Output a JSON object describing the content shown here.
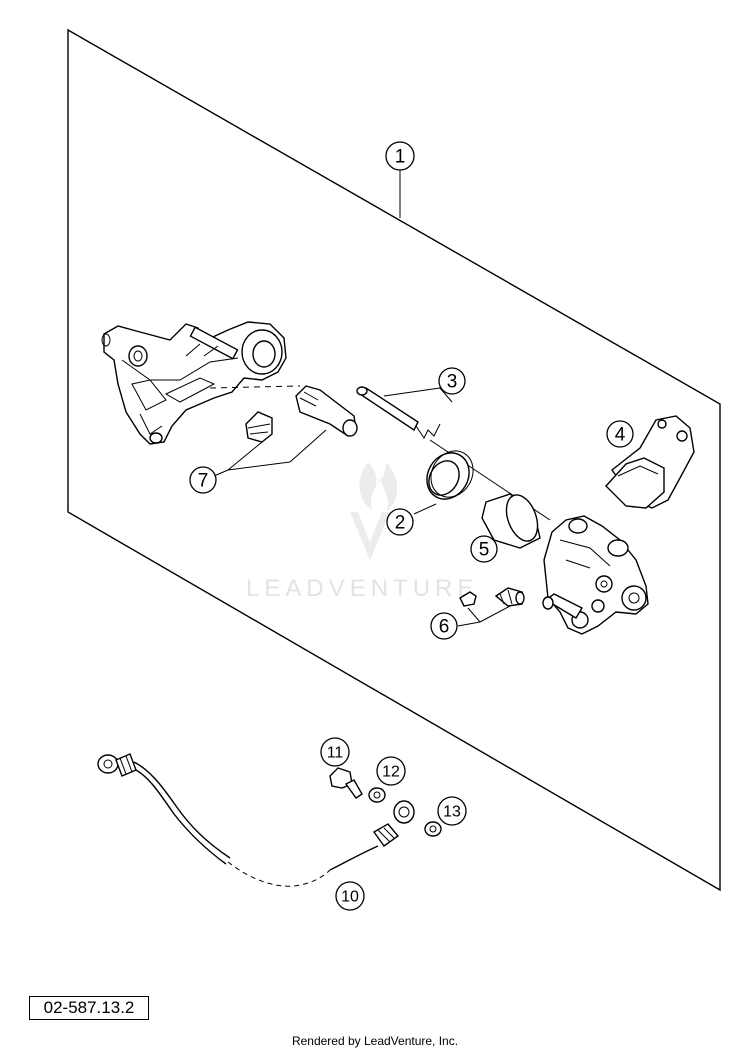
{
  "watermark": {
    "text": "LEADVENTURE"
  },
  "callouts": [
    {
      "id": "1",
      "label": "1"
    },
    {
      "id": "2",
      "label": "2"
    },
    {
      "id": "3",
      "label": "3"
    },
    {
      "id": "4",
      "label": "4"
    },
    {
      "id": "5",
      "label": "5"
    },
    {
      "id": "6",
      "label": "6"
    },
    {
      "id": "7",
      "label": "7"
    },
    {
      "id": "10",
      "label": "10"
    },
    {
      "id": "11",
      "label": "11"
    },
    {
      "id": "12",
      "label": "12"
    },
    {
      "id": "13",
      "label": "13"
    }
  ],
  "diagram_ref": "02-587.13.2",
  "footer": "Rendered by LeadVenture, Inc."
}
